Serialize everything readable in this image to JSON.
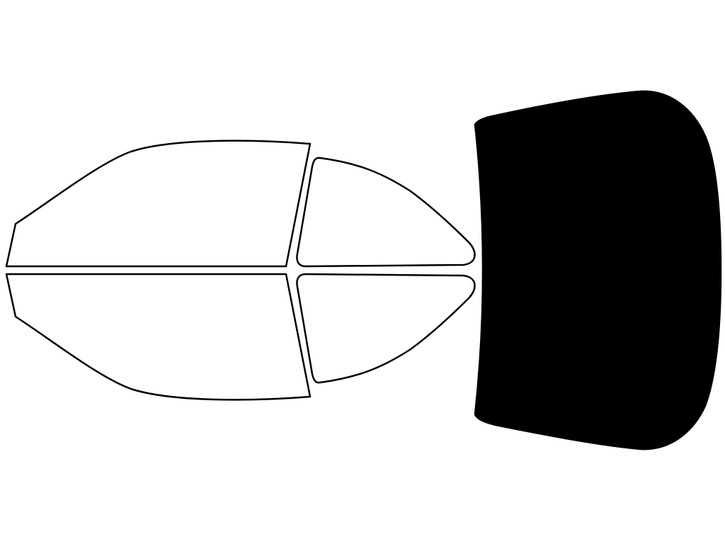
{
  "diagram": {
    "colors": {
      "background": "#ffffff",
      "outline": "#000000",
      "open_fill": "#ffffff",
      "tinted_fill": "#000000"
    },
    "pieces": [
      {
        "id": "front-left-door-window",
        "tinted": false
      },
      {
        "id": "front-right-door-window",
        "tinted": false
      },
      {
        "id": "rear-left-door-window",
        "tinted": false
      },
      {
        "id": "rear-right-door-window",
        "tinted": false
      },
      {
        "id": "rear-windshield",
        "tinted": true
      }
    ]
  }
}
